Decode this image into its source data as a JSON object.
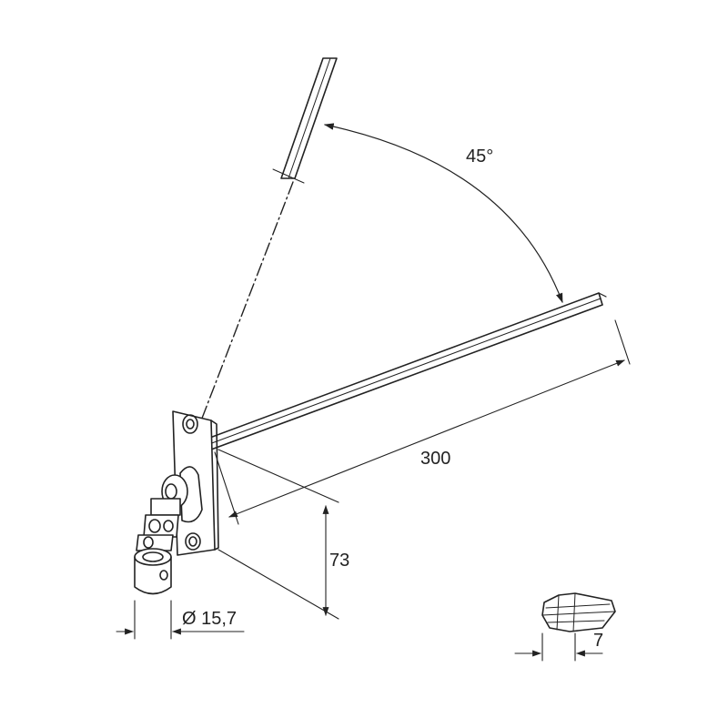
{
  "dimensions": {
    "angle": "45°",
    "rod_length": "300",
    "offset_height": "73",
    "socket_diameter": "Ø 15,7",
    "hex_width": "7"
  },
  "colors": {
    "line": "#222222",
    "background": "#ffffff"
  }
}
